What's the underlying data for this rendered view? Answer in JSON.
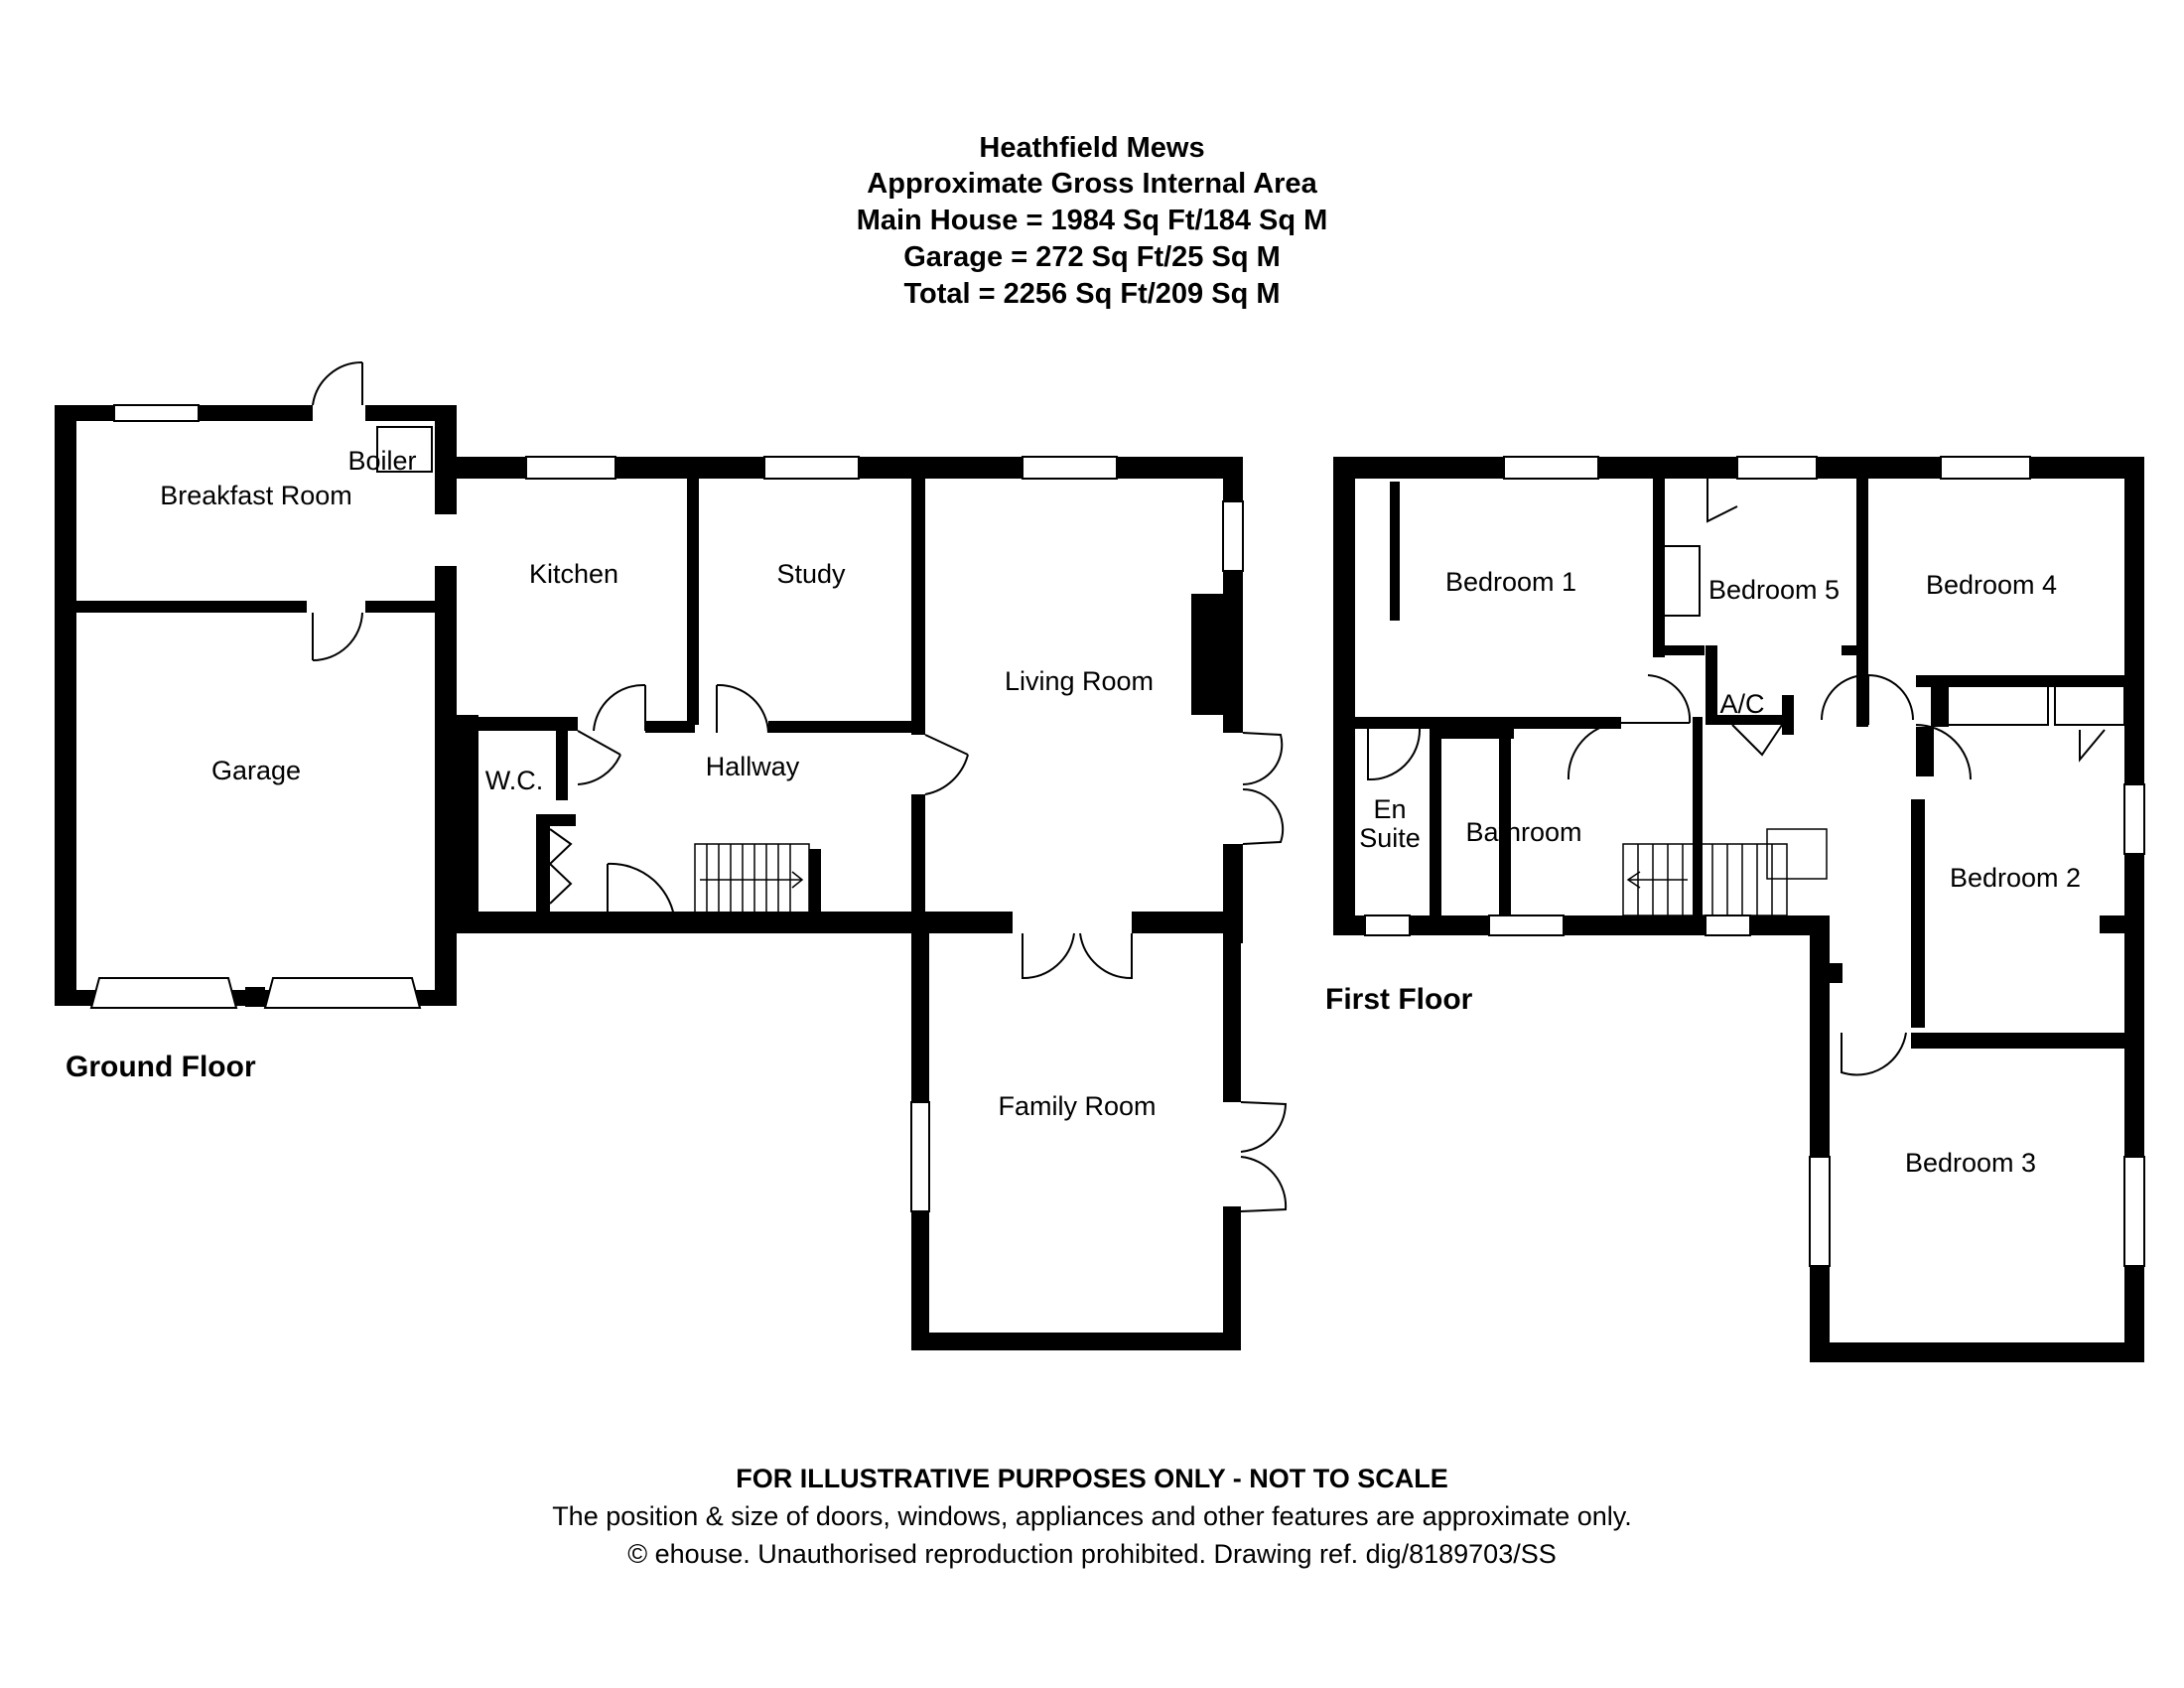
{
  "header": {
    "title": "Heathfield Mews",
    "subtitle": "Approximate Gross Internal Area",
    "areas": [
      "Main House = 1984 Sq Ft/184 Sq M",
      "Garage = 272 Sq Ft/25 Sq M",
      "Total = 2256 Sq Ft/209 Sq M"
    ]
  },
  "floors": {
    "ground": {
      "label": "Ground Floor",
      "rooms": {
        "breakfast_room": "Breakfast Room",
        "boiler": "Boiler",
        "garage": "Garage",
        "kitchen": "Kitchen",
        "study": "Study",
        "living_room": "Living Room",
        "wc": "W.C.",
        "hallway": "Hallway",
        "family_room": "Family Room"
      }
    },
    "first": {
      "label": "First Floor",
      "rooms": {
        "bedroom_1": "Bedroom 1",
        "bedroom_5": "Bedroom 5",
        "bedroom_4": "Bedroom 4",
        "ac": "A/C",
        "en_suite_1": "En",
        "en_suite_2": "Suite",
        "bathroom": "Bathroom",
        "bedroom_2": "Bedroom 2",
        "bedroom_3": "Bedroom 3"
      }
    }
  },
  "footer": {
    "disclaimer": "FOR ILLUSTRATIVE PURPOSES ONLY - NOT TO SCALE",
    "note": "The position & size of doors, windows, appliances and other features are approximate only.",
    "copyright": "© ehouse. Unauthorised reproduction prohibited. Drawing ref. dig/8189703/SS"
  },
  "colors": {
    "wall": "#000000",
    "background": "#ffffff"
  }
}
